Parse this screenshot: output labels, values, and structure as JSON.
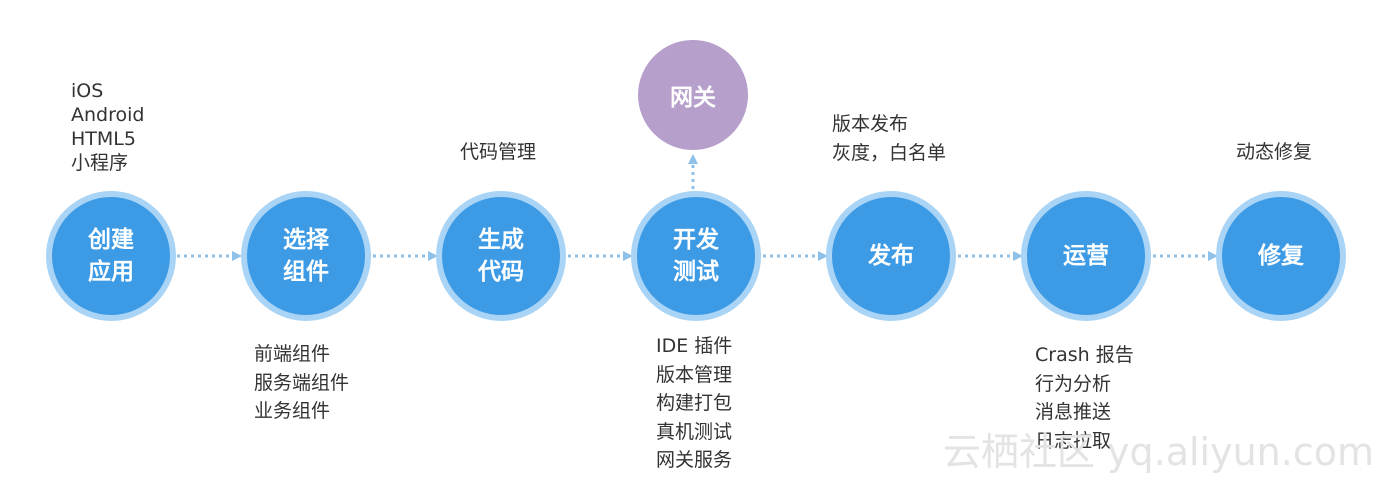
{
  "nodes": [
    {
      "id": "create-app",
      "label": "创建\n应用"
    },
    {
      "id": "select-component",
      "label": "选择\n组件"
    },
    {
      "id": "generate-code",
      "label": "生成\n代码"
    },
    {
      "id": "dev-test",
      "label": "开发\n测试"
    },
    {
      "id": "publish",
      "label": "发布"
    },
    {
      "id": "operate",
      "label": "运营"
    },
    {
      "id": "repair",
      "label": "修复"
    }
  ],
  "gateway": {
    "label": "网关"
  },
  "notes": {
    "platforms": [
      "iOS",
      "Android",
      "HTML5",
      "小程序"
    ],
    "components": [
      "前端组件",
      "服务端组件",
      "业务组件"
    ],
    "code": [
      "代码管理"
    ],
    "devtest": [
      "IDE 插件",
      "版本管理",
      "构建打包",
      "真机测试",
      "网关服务"
    ],
    "release": [
      "版本发布",
      "灰度，白名单"
    ],
    "operations": [
      "Crash 报告",
      "行为分析",
      "消息推送",
      "日志拉取"
    ],
    "fix": [
      "动态修复"
    ]
  },
  "watermark": "云栖社区 yq.aliyun.com",
  "colors": {
    "node_fill": "#3d9be6",
    "node_ring": "#a9d4f5",
    "gateway_fill": "#b79fcc",
    "connector": "#8fc1e8",
    "text": "#333333"
  }
}
